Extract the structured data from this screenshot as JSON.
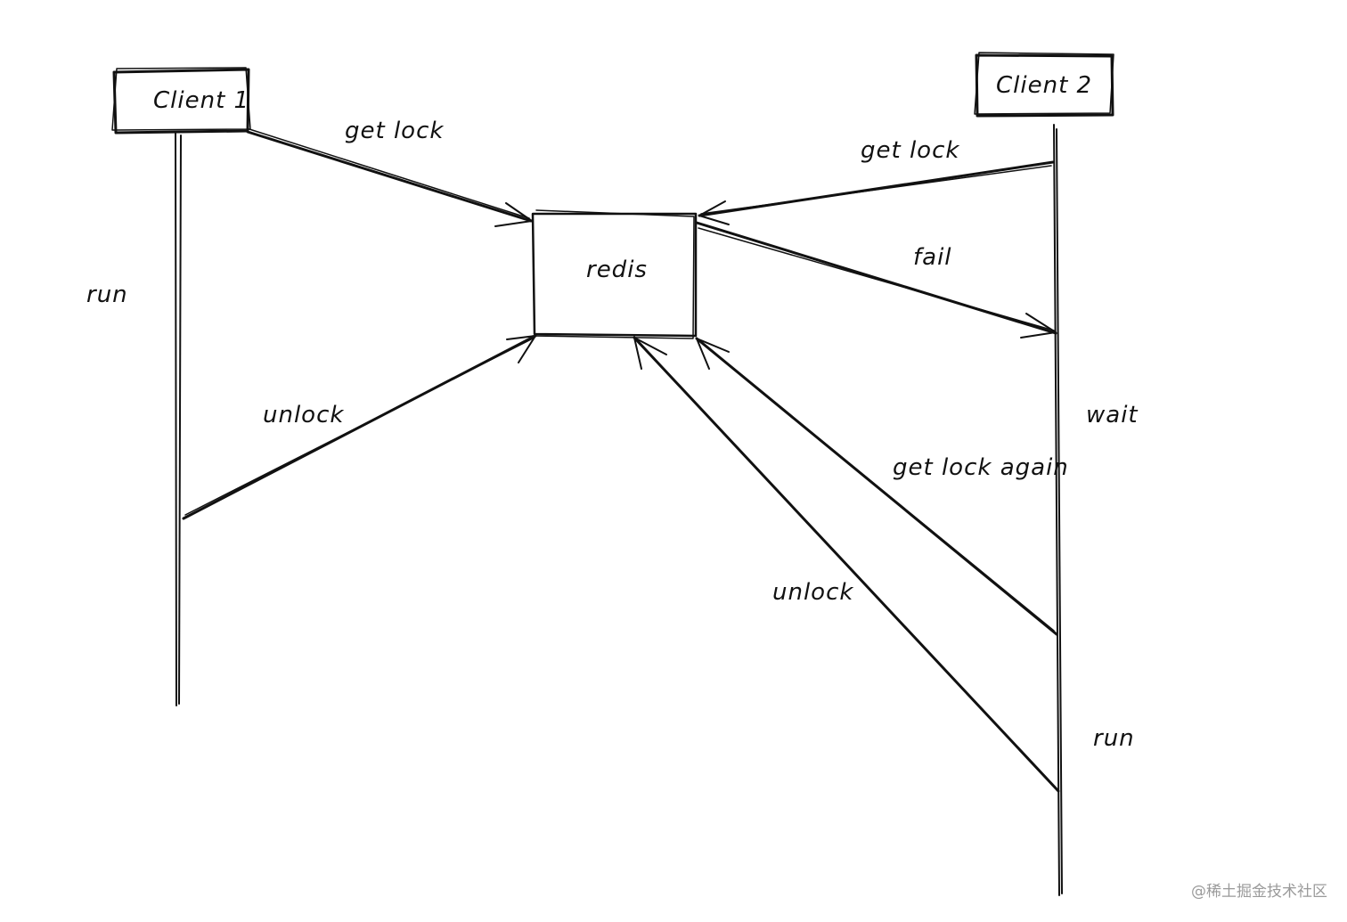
{
  "nodes": {
    "client1": "Client 1",
    "client2": "Client 2",
    "redis": "redis"
  },
  "edges": {
    "c1_get_lock": "get lock",
    "c2_get_lock": "get lock",
    "fail": "fail",
    "c1_unlock": "unlock",
    "get_lock_again": "get lock again",
    "c2_unlock": "unlock"
  },
  "states": {
    "c1_run": "run",
    "c2_wait": "wait",
    "c2_run": "run"
  },
  "watermark": "@稀土掘金技术社区",
  "colors": {
    "ink": "#111111",
    "watermark": "#9a9a9a",
    "background": "#ffffff"
  }
}
